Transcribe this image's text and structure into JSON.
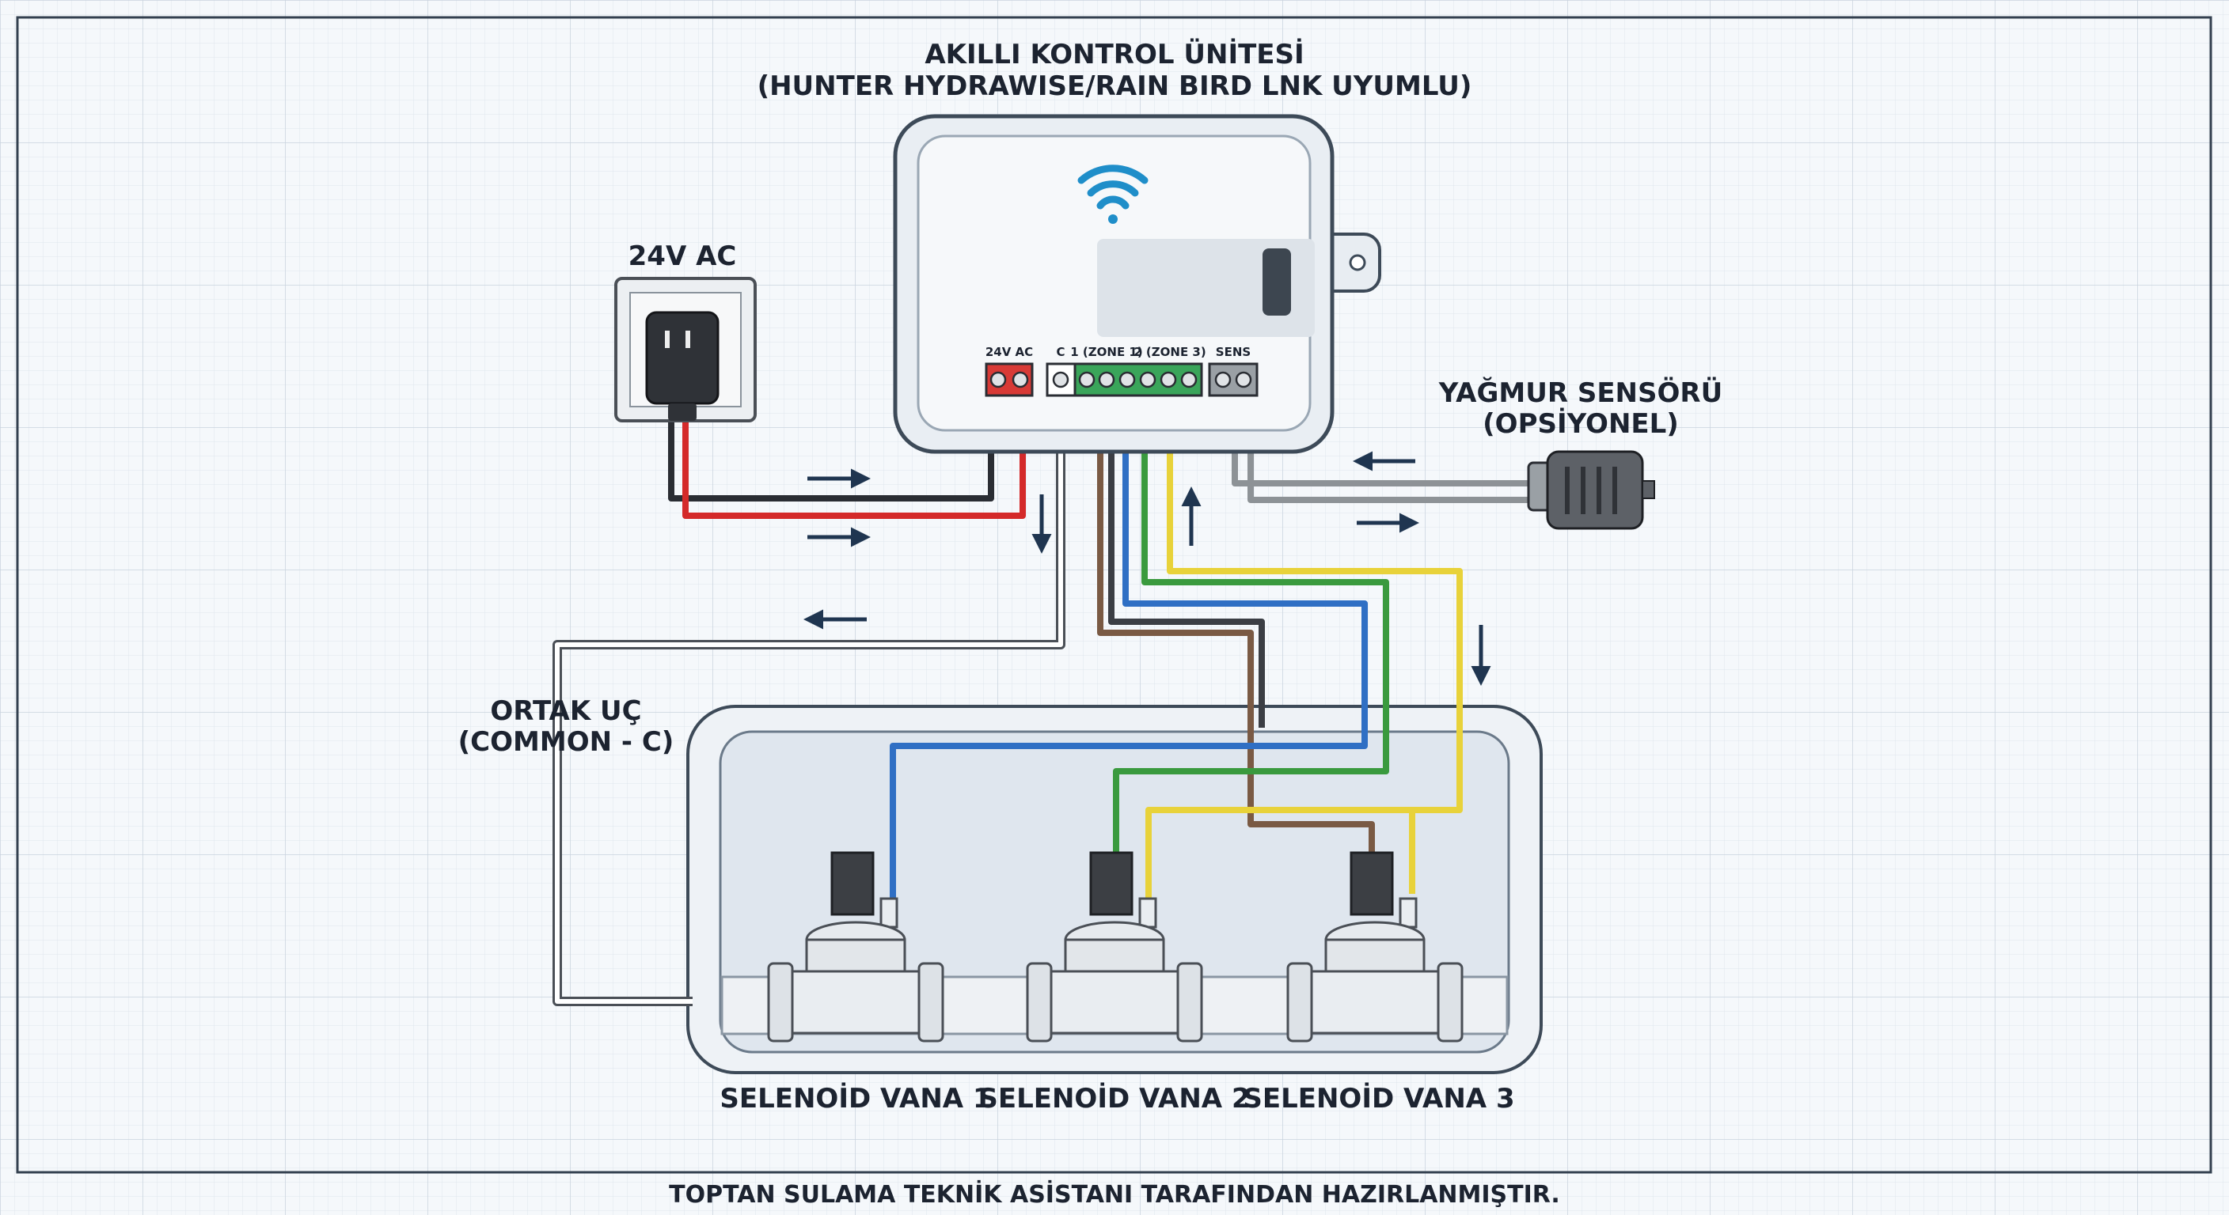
{
  "controller": {
    "title": "AKILLI KONTROL ÜNİTESİ",
    "subtitle": "(HUNTER HYDRAWISE/RAIN BIRD LNK UYUMLU)",
    "terminals": {
      "power": "24V AC",
      "common": "C",
      "zone1": "1 (ZONE 1)",
      "zone3": "2 (ZONE 3)",
      "sensor": "SENS"
    },
    "icon": "wifi-icon"
  },
  "power_supply": {
    "label": "24V AC",
    "icon": "power-adapter-icon"
  },
  "rain_sensor": {
    "label": "YAĞMUR SENSÖRÜ",
    "sublabel": "(OPSİYONEL)"
  },
  "common_wire": {
    "label": "ORTAK UÇ",
    "sublabel": "(COMMON - C)"
  },
  "valves": [
    {
      "label": "SELENOİD VANA 1"
    },
    {
      "label": "SELENOİD VANA 2"
    },
    {
      "label": "SELENOİD VANA 3"
    }
  ],
  "footer": "TOPTAN SULAMA TEKNİK ASİSTANI TARAFINDAN HAZIRLANMIŞTIR.",
  "colors": {
    "wire_red": "#d42a2a",
    "wire_black": "#2a2d33",
    "wire_blue": "#2f6fc4",
    "wire_green": "#3a9a3e",
    "wire_yellow": "#e8d23a",
    "wire_brown": "#7a5a44",
    "wire_gray": "#8d9296",
    "terminal_green": "#3aa55a",
    "terminal_red": "#d83a36",
    "arrow": "#1f3550"
  }
}
